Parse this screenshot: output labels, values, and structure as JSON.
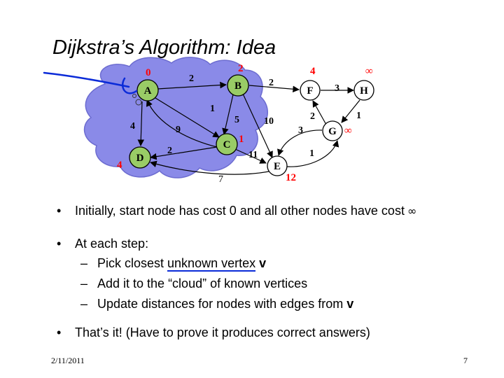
{
  "slide": {
    "title": "Dijkstra’s Algorithm: Idea",
    "footer_date": "2/11/2011",
    "page_number": "7"
  },
  "graph": {
    "nodes": [
      {
        "id": "A",
        "label": "A",
        "in_cloud": true,
        "distance": "0"
      },
      {
        "id": "B",
        "label": "B",
        "in_cloud": true,
        "distance": "2"
      },
      {
        "id": "C",
        "label": "C",
        "in_cloud": true,
        "distance": "1"
      },
      {
        "id": "D",
        "label": "D",
        "in_cloud": true,
        "distance": "4"
      },
      {
        "id": "E",
        "label": "E",
        "in_cloud": false,
        "distance": "12"
      },
      {
        "id": "F",
        "label": "F",
        "in_cloud": false,
        "distance": "4"
      },
      {
        "id": "G",
        "label": "G",
        "in_cloud": false,
        "distance": "∞"
      },
      {
        "id": "H",
        "label": "H",
        "in_cloud": false,
        "distance": "∞"
      }
    ],
    "edges": [
      {
        "from": "A",
        "to": "B",
        "weight": "2"
      },
      {
        "from": "A",
        "to": "C",
        "weight": "1"
      },
      {
        "from": "A",
        "to": "D",
        "weight": "4"
      },
      {
        "from": "C",
        "to": "A",
        "weight": "9"
      },
      {
        "from": "B",
        "to": "C",
        "weight": "5"
      },
      {
        "from": "B",
        "to": "F",
        "weight": "2"
      },
      {
        "from": "B",
        "to": "E",
        "weight": "10"
      },
      {
        "from": "C",
        "to": "D",
        "weight": "2"
      },
      {
        "from": "C",
        "to": "E",
        "weight": "11"
      },
      {
        "from": "E",
        "to": "D",
        "weight": "7"
      },
      {
        "from": "F",
        "to": "H",
        "weight": "3"
      },
      {
        "from": "G",
        "to": "F",
        "weight": "2"
      },
      {
        "from": "H",
        "to": "G",
        "weight": "1"
      },
      {
        "from": "G",
        "to": "E",
        "weight": "3"
      },
      {
        "from": "E",
        "to": "G",
        "weight": "1"
      }
    ],
    "colors": {
      "cloud_fill": "#8a8ae8",
      "cloud_stroke": "#6c6cd0",
      "known_node_fill": "#99cc66",
      "unknown_node_fill": "#ffffff",
      "distance_text": "#ff0000",
      "annotation_pen": "#0b2bd8"
    }
  },
  "bullets": [
    {
      "text": "Initially, start node has cost 0 and all other nodes have cost",
      "suffix_symbol": "∞"
    },
    {
      "text": "At each step:",
      "sub": [
        {
          "prefix": "Pick closest ",
          "underlined": "unknown vertex",
          "suffix": " ",
          "bold_var": "v"
        },
        {
          "text": "Add it to the “cloud” of known vertices"
        },
        {
          "prefix": "Update distances for nodes with edges from ",
          "bold_var": "v"
        }
      ]
    },
    {
      "text": "That’s it!  (Have to prove it produces correct answers)"
    }
  ]
}
